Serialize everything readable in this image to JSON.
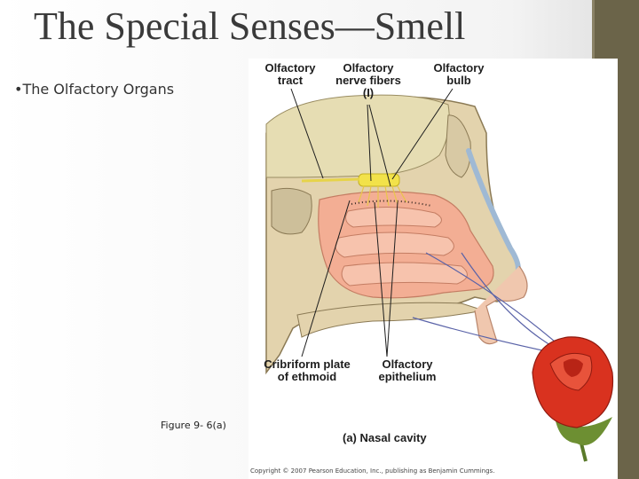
{
  "slide": {
    "title": "The Special Senses—Smell",
    "bullet": "•The Olfactory Organs",
    "figure_ref": "Figure 9- 6(a)"
  },
  "figure": {
    "labels": {
      "olfactory_tract": [
        "Olfactory",
        "tract"
      ],
      "olfactory_nerve_fibers": [
        "Olfactory",
        "nerve fibers",
        "(I)"
      ],
      "olfactory_bulb": [
        "Olfactory",
        "bulb"
      ],
      "cribriform_plate": [
        "Cribriform plate",
        "of ethmoid"
      ],
      "olfactory_epithelium": [
        "Olfactory",
        "epithelium"
      ]
    },
    "caption": "(a) Nasal cavity",
    "copyright": "Copyright © 2007 Pearson Education, Inc., publishing as Benjamin Cummings."
  },
  "colors": {
    "side_panel": "#6b6449",
    "bone": "#e8d9b8",
    "mucosa": "#f0a98f",
    "nerve": "#f2e24a",
    "rose": "#d9321f"
  }
}
